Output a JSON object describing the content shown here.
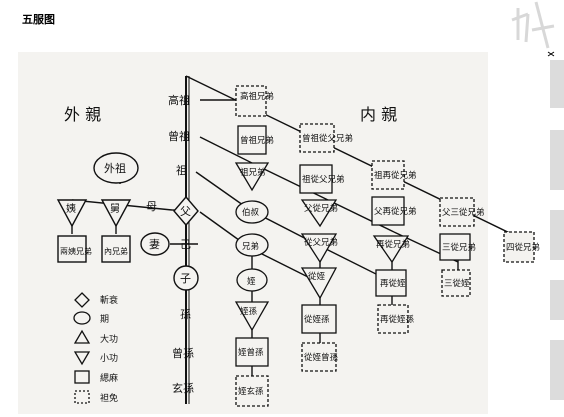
{
  "title": "五服图",
  "headings": {
    "outer": "外 親",
    "inner": "内 親"
  },
  "spine": [
    "高祖",
    "曾祖",
    "祖",
    "父",
    "己",
    "子",
    "孫",
    "曾孫",
    "玄孫"
  ],
  "maternal": {
    "grandfather": "外祖",
    "mother": "母",
    "aunt": "姨",
    "uncle": "舅",
    "cousins_aunt": "兩姨兄弟",
    "cousins_uncle": "內兄弟"
  },
  "wife": "妻",
  "collateral": {
    "gaozu_brothers": "高祖兄弟",
    "zengzu_brothers": "曾祖兄弟",
    "zengzu_cousin": "曾祖從父兄弟",
    "zu_brothers": "祖兄弟",
    "zu_cousin": "祖從父兄弟",
    "zu_second_cousin": "祖再從兄弟",
    "bo_shu": "伯叔",
    "father_cousin": "父從兄弟",
    "father_second_cousin": "父再從兄弟",
    "father_third_cousin": "父三從兄弟",
    "brothers": "兄弟",
    "cousin": "從父兄弟",
    "second_cousin": "再從兄弟",
    "third_cousin": "三從兄弟",
    "fourth_cousin": "四從兄弟",
    "nephew": "姪",
    "cousin_nephew": "從姪",
    "second_cousin_nephew": "再從姪",
    "third_cousin_nephew": "三從姪",
    "grand_nephew": "姪孫",
    "cousin_grand_nephew": "從姪孫",
    "second_grand_nephew": "再從姪孫",
    "nephew_great_grandson": "姪曾孫",
    "cousin_nephew_great_grandson": "從姪曾孫",
    "nephew_xuan_grandson": "姪玄孫"
  },
  "legend": [
    {
      "shape": "diamond",
      "label": "斬衰"
    },
    {
      "shape": "circle",
      "label": "期"
    },
    {
      "shape": "triangle-up",
      "label": "大功"
    },
    {
      "shape": "triangle-down",
      "label": "小功"
    },
    {
      "shape": "square",
      "label": "緦麻"
    },
    {
      "shape": "dashed-square",
      "label": "袒免"
    }
  ],
  "colors": {
    "ink": "#111111",
    "paper": "#f4f3f0"
  }
}
